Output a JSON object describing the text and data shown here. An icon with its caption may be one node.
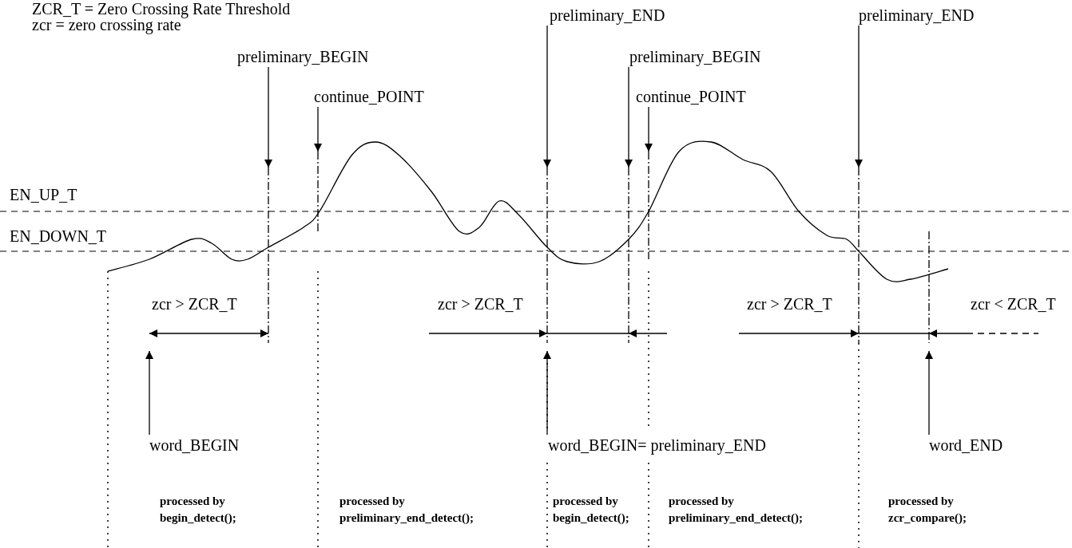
{
  "diagram": {
    "nodes": [
      {
        "text": [
          "preliminary_END"
        ]
      },
      {
        "text": [
          "preliminary_END"
        ]
      },
      {
        "text": [
          "preliminary_BEGIN"
        ]
      },
      {
        "text": [
          "preliminary_BEGIN"
        ]
      },
      {
        "text": [
          "continue_POINT"
        ]
      },
      {
        "text": [
          "continue_POINT"
        ]
      },
      {
        "text": [
          "word_BEGIN"
        ]
      },
      {
        "text": [
          "word_BEGIN= preliminary_END"
        ]
      },
      {
        "text": [
          "word_END"
        ]
      }
    ],
    "edges": [
      {
        "from": 0,
        "to": null,
        "arrow": "to"
      },
      {
        "from": 1,
        "to": null,
        "arrow": "to"
      },
      {
        "from": 2,
        "to": null,
        "arrow": "to"
      },
      {
        "from": 3,
        "to": null,
        "arrow": "to"
      },
      {
        "from": 4,
        "to": null,
        "arrow": "to"
      },
      {
        "from": 5,
        "to": null,
        "arrow": "to"
      },
      {
        "from": 6,
        "to": null,
        "arrow": "to"
      },
      {
        "from": 7,
        "to": null,
        "arrow": "to"
      },
      {
        "from": 8,
        "to": null,
        "arrow": "to"
      }
    ],
    "labels": [
      "ZCR_T = Zero Crossing Rate Threshold",
      "zcr = zero crossing rate",
      "EN_UP_T",
      "EN_DOWN_T",
      "zcr > ZCR_T",
      "zcr > ZCR_T",
      "zcr > ZCR_T",
      "zcr < ZCR_T",
      "processed by begin_detect();",
      "processed by preliminary_end_detect();",
      "processed by begin_detect();",
      "processed by preliminary_end_detect();",
      "processed by zcr_compare();"
    ]
  }
}
